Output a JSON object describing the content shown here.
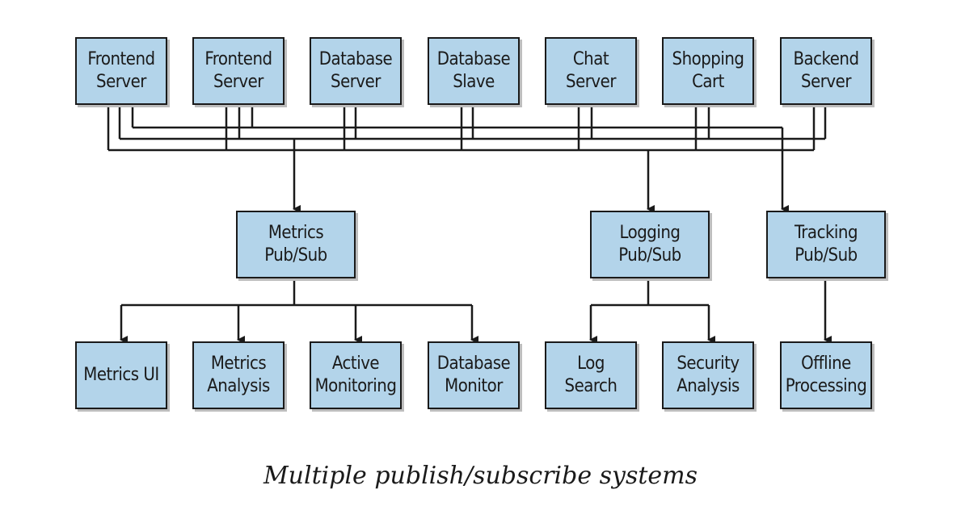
{
  "diagram": {
    "producers": [
      {
        "id": "frontend-server-1",
        "label": "Frontend\nServer"
      },
      {
        "id": "frontend-server-2",
        "label": "Frontend\nServer"
      },
      {
        "id": "database-server",
        "label": "Database\nServer"
      },
      {
        "id": "database-slave",
        "label": "Database\nSlave"
      },
      {
        "id": "chat-server",
        "label": "Chat\nServer"
      },
      {
        "id": "shopping-cart",
        "label": "Shopping\nCart"
      },
      {
        "id": "backend-server",
        "label": "Backend\nServer"
      }
    ],
    "brokers": [
      {
        "id": "metrics-pubsub",
        "label": "Metrics\nPub/Sub"
      },
      {
        "id": "logging-pubsub",
        "label": "Logging\nPub/Sub"
      },
      {
        "id": "tracking-pubsub",
        "label": "Tracking\nPub/Sub"
      }
    ],
    "consumers": [
      {
        "id": "metrics-ui",
        "label": "Metrics UI"
      },
      {
        "id": "metrics-analysis",
        "label": "Metrics\nAnalysis"
      },
      {
        "id": "active-monitoring",
        "label": "Active\nMonitoring"
      },
      {
        "id": "database-monitor",
        "label": "Database\nMonitor"
      },
      {
        "id": "log-search",
        "label": "Log\nSearch"
      },
      {
        "id": "security-analysis",
        "label": "Security\nAnalysis"
      },
      {
        "id": "offline-processing",
        "label": "Offline\nProcessing"
      }
    ],
    "edges": [
      {
        "from": "frontend-server-1",
        "to": "metrics-pubsub"
      },
      {
        "from": "frontend-server-1",
        "to": "logging-pubsub"
      },
      {
        "from": "frontend-server-1",
        "to": "tracking-pubsub"
      },
      {
        "from": "frontend-server-2",
        "to": "metrics-pubsub"
      },
      {
        "from": "frontend-server-2",
        "to": "logging-pubsub"
      },
      {
        "from": "frontend-server-2",
        "to": "tracking-pubsub"
      },
      {
        "from": "database-server",
        "to": "metrics-pubsub"
      },
      {
        "from": "database-server",
        "to": "logging-pubsub"
      },
      {
        "from": "database-slave",
        "to": "metrics-pubsub"
      },
      {
        "from": "database-slave",
        "to": "logging-pubsub"
      },
      {
        "from": "chat-server",
        "to": "metrics-pubsub"
      },
      {
        "from": "chat-server",
        "to": "logging-pubsub"
      },
      {
        "from": "shopping-cart",
        "to": "metrics-pubsub"
      },
      {
        "from": "shopping-cart",
        "to": "logging-pubsub"
      },
      {
        "from": "backend-server",
        "to": "metrics-pubsub"
      },
      {
        "from": "backend-server",
        "to": "logging-pubsub"
      },
      {
        "from": "metrics-pubsub",
        "to": "metrics-ui"
      },
      {
        "from": "metrics-pubsub",
        "to": "metrics-analysis"
      },
      {
        "from": "metrics-pubsub",
        "to": "active-monitoring"
      },
      {
        "from": "metrics-pubsub",
        "to": "database-monitor"
      },
      {
        "from": "logging-pubsub",
        "to": "log-search"
      },
      {
        "from": "logging-pubsub",
        "to": "security-analysis"
      },
      {
        "from": "tracking-pubsub",
        "to": "offline-processing"
      }
    ]
  },
  "caption": "Multiple publish/subscribe systems",
  "colors": {
    "node_fill": "#b3d4ea",
    "stroke": "#1a1a1a"
  }
}
